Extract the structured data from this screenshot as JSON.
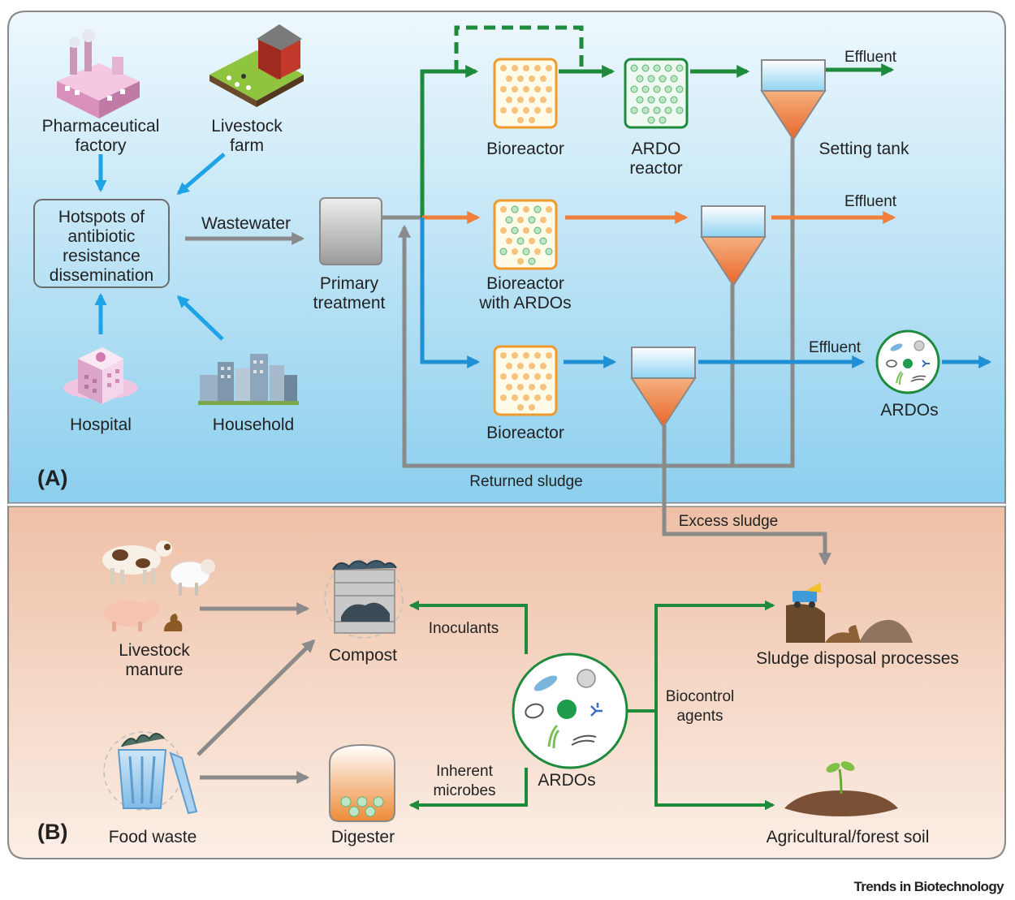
{
  "panel_a": {
    "letter": "(A)",
    "sources": {
      "pharma_line1": "Pharmaceutical",
      "pharma_line2": "factory",
      "livestock_line1": "Livestock",
      "livestock_line2": "farm",
      "hospital": "Hospital",
      "household": "Household"
    },
    "hotspot": {
      "line1": "Hotspots of",
      "line2": "antibiotic",
      "line3": "resistance",
      "line4": "dissemination"
    },
    "wastewater": "Wastewater",
    "primary_line1": "Primary",
    "primary_line2": "treatment",
    "line1": {
      "bioreactor": "Bioreactor",
      "ardo_line1": "ARDO",
      "ardo_line2": "reactor",
      "tank": "Setting tank",
      "effluent": "Effluent"
    },
    "line2": {
      "bio_line1": "Bioreactor",
      "bio_line2": "with ARDOs",
      "effluent": "Effluent"
    },
    "line3": {
      "bioreactor": "Bioreactor",
      "effluent": "Effluent",
      "ardos": "ARDOs"
    },
    "returned_sludge": "Returned sludge",
    "excess_sludge": "Excess sludge"
  },
  "panel_b": {
    "letter": "(B)",
    "manure_line1": "Livestock",
    "manure_line2": "manure",
    "food_waste": "Food waste",
    "compost": "Compost",
    "digester": "Digester",
    "inoculants": "Inoculants",
    "inherent_line1": "Inherent",
    "inherent_line2": "microbes",
    "ardos": "ARDOs",
    "biocontrol_line1": "Biocontrol",
    "biocontrol_line2": "agents",
    "sludge_disposal": "Sludge disposal processes",
    "soil": "Agricultural/forest soil"
  },
  "credit": "Trends in Biotechnology",
  "colors": {
    "green": "#1e8a3c",
    "orange": "#f07f3c",
    "blue": "#1f8fd6",
    "gray": "#8a8a8a",
    "panel_a_top": "#eef8fd",
    "panel_a_bottom": "#8ccfee",
    "panel_b_top": "#eec0a6",
    "panel_b_bottom": "#fbeee5"
  }
}
